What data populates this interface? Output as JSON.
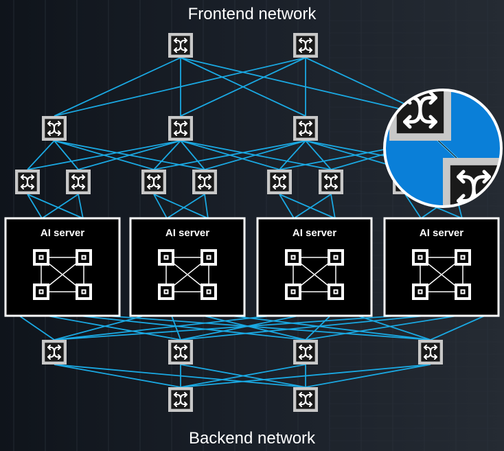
{
  "titles": {
    "frontend": "Frontend network",
    "backend": "Backend network"
  },
  "server_label": "AI server",
  "servers": [
    {
      "label": "AI server"
    },
    {
      "label": "AI server"
    },
    {
      "label": "AI server"
    },
    {
      "label": "AI server"
    }
  ],
  "colors": {
    "background": "#121821",
    "link": "#1aa9e3",
    "switch_border": "#c8c8c8",
    "switch_fill": "#1a1a1a",
    "server_fill": "#000000",
    "server_border": "#ffffff",
    "callout_fill": "#0a7fd8",
    "text": "#ffffff"
  },
  "icons": {
    "switch": "network-switch-icon",
    "gpu": "gpu-chip-icon"
  }
}
